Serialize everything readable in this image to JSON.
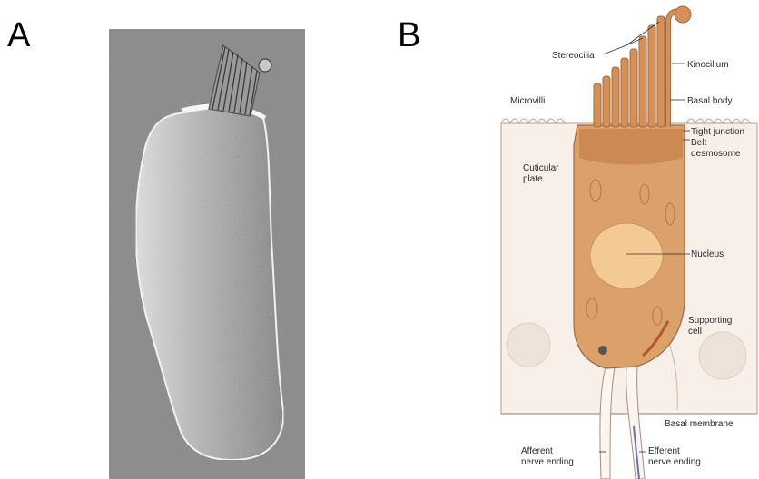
{
  "panels": {
    "a": {
      "letter": "A"
    },
    "b": {
      "letter": "B"
    }
  },
  "diagram_labels": {
    "stereocilia": "Stereocilia",
    "kinocilium": "Kinocilium",
    "microvilli": "Microvilli",
    "basal_body": "Basal body",
    "tight_junction": "Tight junction",
    "belt": "Belt",
    "desmosome": "desmosome",
    "cuticular": "Cuticular",
    "plate": "plate",
    "nucleus": "Nucleus",
    "supporting": "Supporting",
    "cell": "cell",
    "basal_membrane": "Basal membrane",
    "afferent": "Afferent",
    "afferent_sub": "nerve ending",
    "efferent": "Efferent",
    "efferent_sub": "nerve ending"
  },
  "colors": {
    "micrograph_bg": "#8c8c8c",
    "hair_cell": "#d9975f",
    "cuticular_plate": "#c98050",
    "nucleus": "#f3c994",
    "supporting_cell": "#f7ede6"
  }
}
